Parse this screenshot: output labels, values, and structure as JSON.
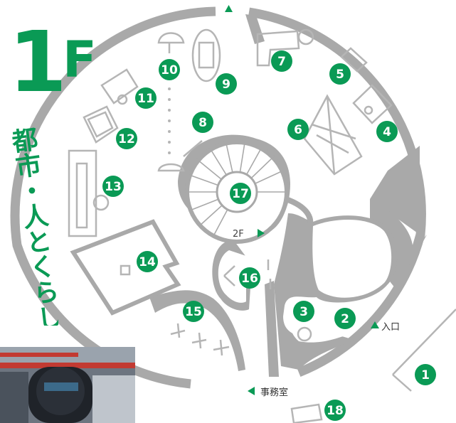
{
  "floor": {
    "number": "1",
    "letter": "F"
  },
  "theme_title": "都市・人とくらし",
  "labels": {
    "upstairs": "2F",
    "entrance": "入口",
    "office": "事務室"
  },
  "markers": [
    "1",
    "2",
    "3",
    "4",
    "5",
    "6",
    "7",
    "8",
    "9",
    "10",
    "11",
    "12",
    "13",
    "14",
    "15",
    "16",
    "17",
    "18"
  ],
  "colors": {
    "accent": "#0a9a55",
    "wall": "#a9a9a9",
    "floor": "#ffffff",
    "equipment": "#b5b5b5"
  },
  "icons": {
    "up_arrow": "triangle-up-icon",
    "right_arrow": "triangle-right-icon",
    "left_arrow": "triangle-left-icon"
  }
}
